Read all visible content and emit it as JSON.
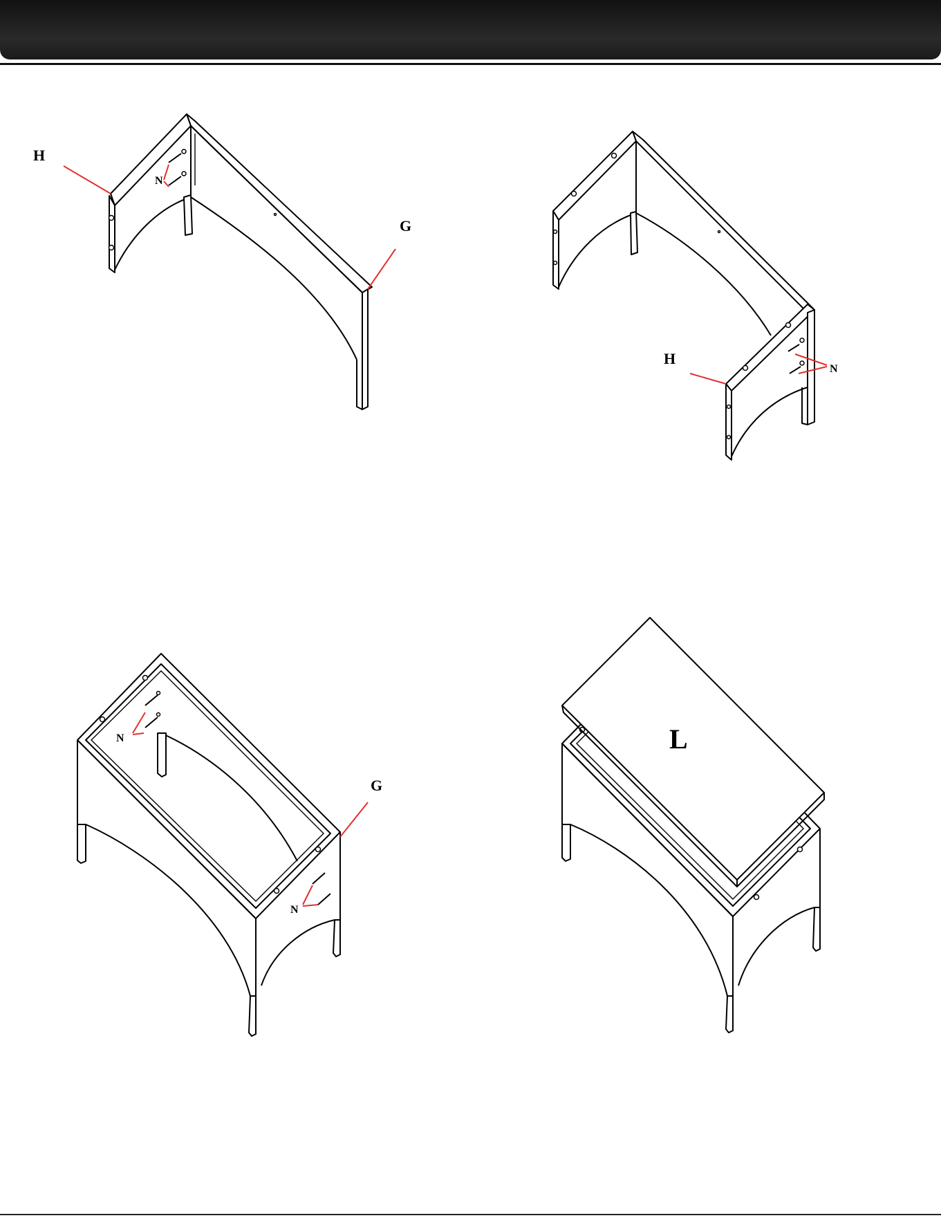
{
  "labels": {
    "h": "H",
    "g": "G",
    "n": "N",
    "l": "L"
  },
  "footer": "",
  "colors": {
    "header_band": "#1a1a1a",
    "leader_lines": "#e23030",
    "line_art": "#000000"
  }
}
